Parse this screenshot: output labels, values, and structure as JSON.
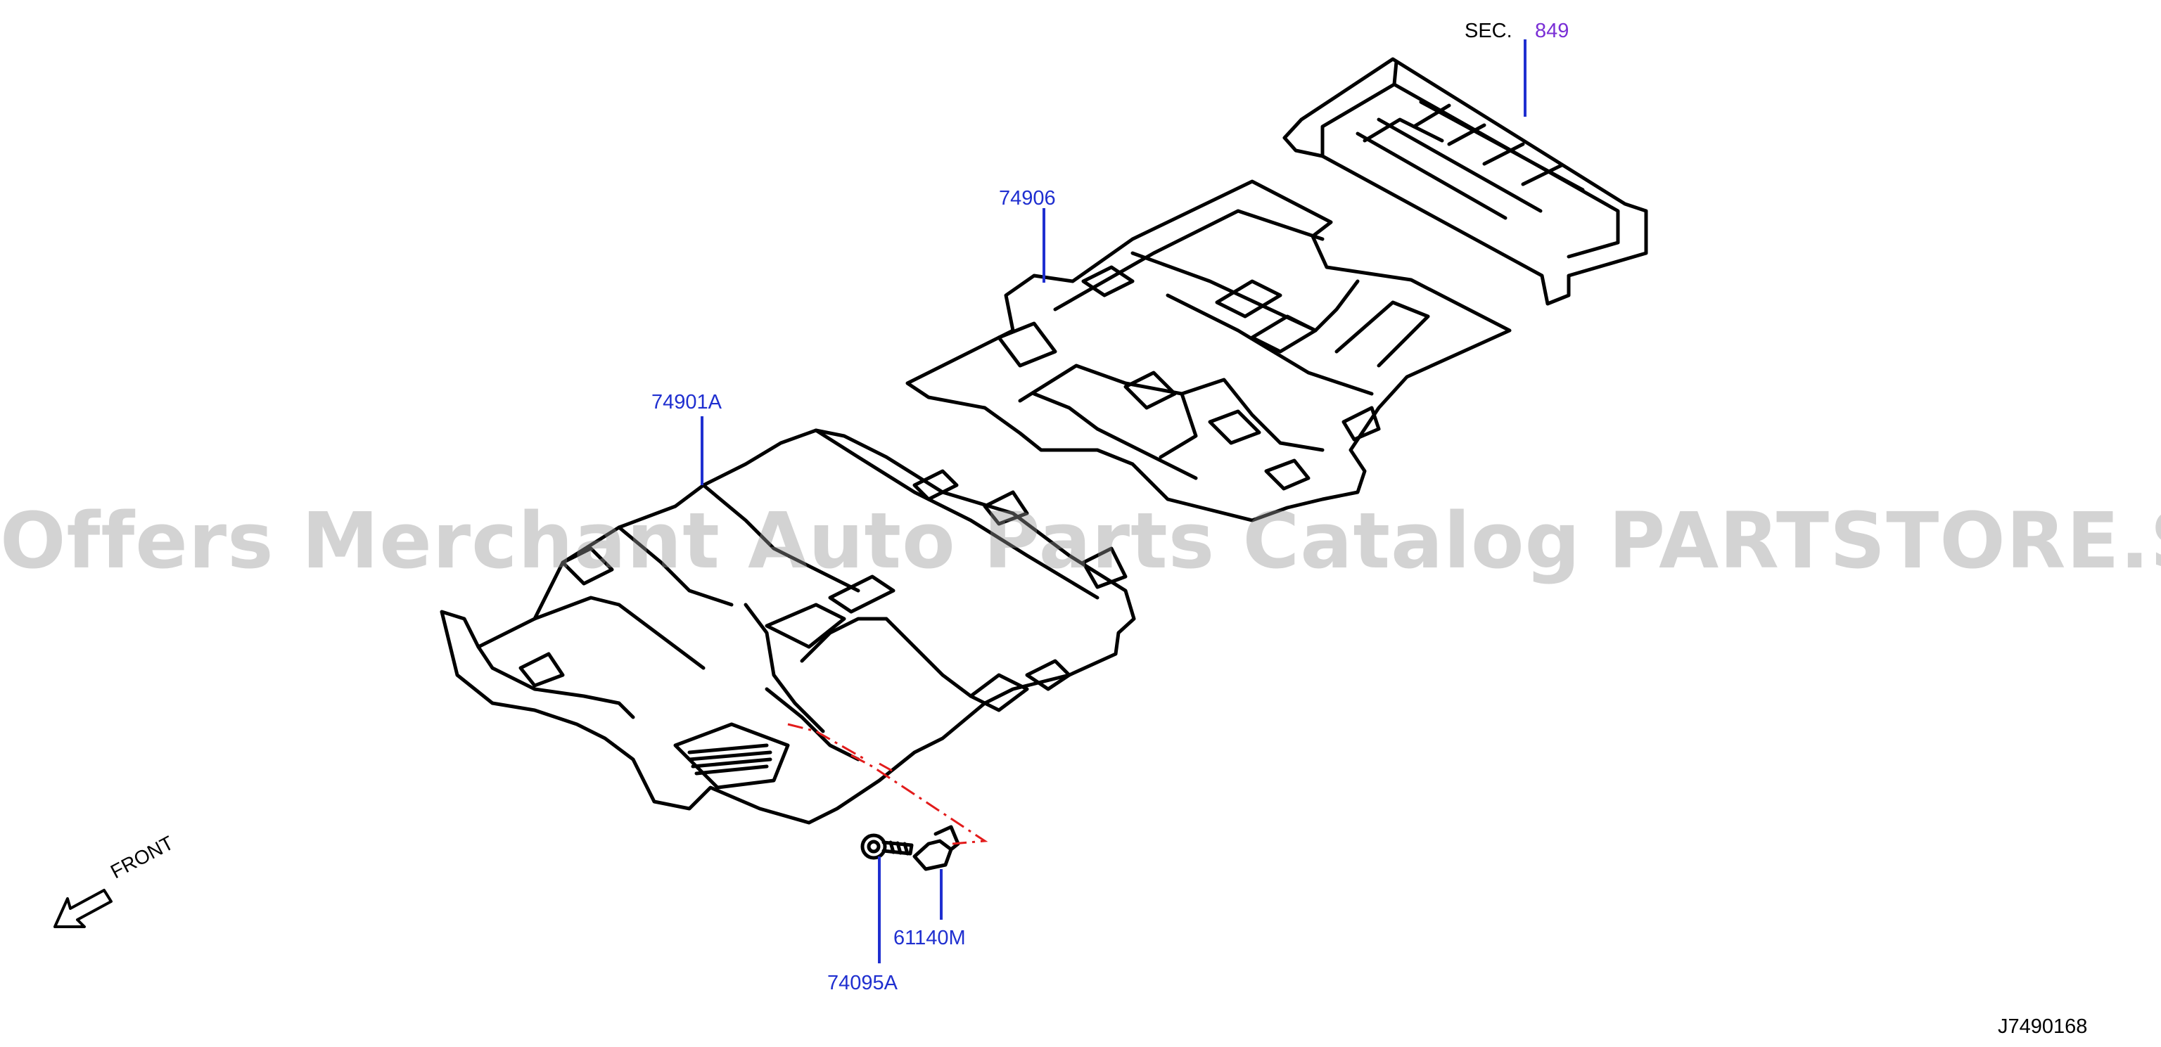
{
  "section_ref": {
    "prefix": "SEC.",
    "number": "849"
  },
  "callouts": {
    "rear_carpet": "74906",
    "front_carpet": "74901A",
    "clip_bracket": "61140M",
    "bolt": "74095A"
  },
  "front_indicator": "FRONT",
  "diagram_id": "J7490168",
  "watermark": "Offers Merchant Auto Parts Catalog PARTSTORE.SA",
  "colors": {
    "callout": "#1f2fd0",
    "section_number": "#7a2fd6",
    "dashed_link": "#e21b1b",
    "line_art": "#000000"
  },
  "icons": [
    "front-arrow-icon"
  ]
}
